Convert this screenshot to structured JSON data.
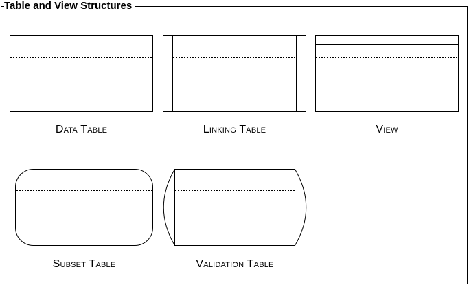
{
  "title": "Table and View Structures",
  "labels": {
    "data_table": "Data Table",
    "linking_table": "Linking Table",
    "view": "View",
    "subset_table": "Subset Table",
    "validation_table": "Validation Table"
  }
}
